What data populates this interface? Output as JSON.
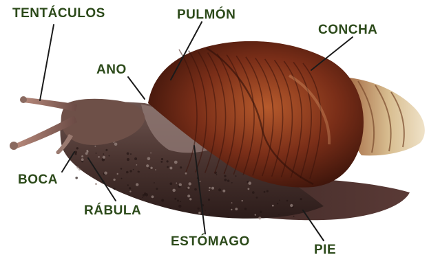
{
  "colors": {
    "label": "#2c4a1a",
    "leader_line": "#1a1a1a",
    "shell_dark": "#4a1c10",
    "shell_mid": "#8a3a1e",
    "shell_light": "#d6b98c",
    "body_dark": "#3a2a26",
    "body_light": "#7a6660"
  },
  "labels": {
    "tentaculos": "TENTÁCULOS",
    "pulmon": "PULMÓN",
    "concha": "CONCHA",
    "ano": "ANO",
    "boca": "BOCA",
    "rabula": "RÁBULA",
    "estomago": "ESTÓMAGO",
    "pie": "PIE"
  }
}
